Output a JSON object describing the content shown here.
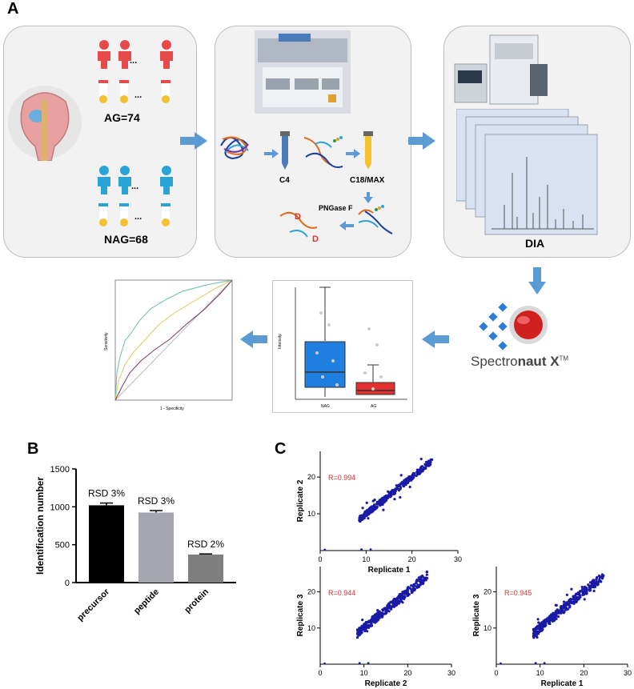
{
  "panel_a": {
    "letter": "A",
    "ag_label": "AG=74",
    "nag_label": "NAG=68",
    "c4_label": "C4",
    "c18_label": "C18/MAX",
    "pngase_label": "PNGase F",
    "dia_label": "DIA",
    "spectronaut_label_1": "Spectro",
    "spectronaut_label_2": "naut X",
    "spectronaut_tm": "TM",
    "ellipsis": "...",
    "boxplot_categories": [
      "NAG",
      "AG"
    ],
    "boxplot_ylabel": "Intensity",
    "roc_xlabel": "1 - Specificity",
    "roc_ylabel": "Sensitivity",
    "colors": {
      "ag": "#e84a4a",
      "nag": "#2aa3d6",
      "arrow": "#5b9bd5",
      "box_blue": "#1f7fe0",
      "box_red": "#e53030"
    }
  },
  "chart_data": [
    {
      "type": "bar",
      "panel": "B",
      "categories": [
        "precursor",
        "peptide",
        "protein"
      ],
      "values": [
        1020,
        925,
        370
      ],
      "errors": [
        30,
        25,
        8
      ],
      "annotations": [
        "RSD 3%",
        "RSD 3%",
        "RSD 2%"
      ],
      "ylabel": "Identification number",
      "yticks": [
        0,
        500,
        1000,
        1500
      ],
      "ylim": [
        0,
        1500
      ],
      "colors": [
        "#000000",
        "#a6a6b0",
        "#7f7f7f"
      ]
    },
    {
      "type": "scatter",
      "panel": "C",
      "xlabel": "Replicate 1",
      "ylabel": "Replicate 2",
      "annotation": "R=0.994",
      "xticks": [
        0,
        10,
        20,
        30
      ],
      "yticks": [
        10,
        20
      ],
      "xlim": [
        0,
        30
      ],
      "ylim": [
        0,
        27
      ]
    },
    {
      "type": "scatter",
      "panel": "C",
      "xlabel": "Replicate 2",
      "ylabel": "Replicate 3",
      "annotation": "R=0.944",
      "xticks": [
        0,
        10,
        20,
        30
      ],
      "yticks": [
        10,
        20
      ],
      "xlim": [
        0,
        30
      ],
      "ylim": [
        0,
        27
      ]
    },
    {
      "type": "scatter",
      "panel": "C",
      "xlabel": "Replicate 1",
      "ylabel": "Replicate 3",
      "annotation": "R=0.945",
      "xticks": [
        0,
        10,
        20,
        30
      ],
      "yticks": [
        10,
        20
      ],
      "xlim": [
        0,
        30
      ],
      "ylim": [
        0,
        27
      ]
    }
  ],
  "panel_letters": {
    "b": "B",
    "c": "C"
  }
}
